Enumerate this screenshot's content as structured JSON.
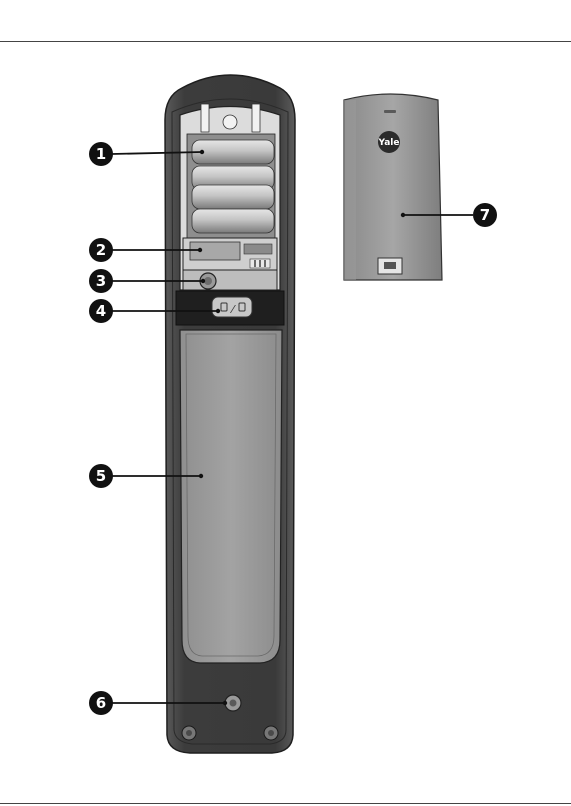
{
  "callouts": [
    {
      "number": "1"
    },
    {
      "number": "2"
    },
    {
      "number": "3"
    },
    {
      "number": "4"
    },
    {
      "number": "5"
    },
    {
      "number": "6"
    },
    {
      "number": "7"
    }
  ],
  "cover": {
    "logo": "Yale"
  },
  "button_glyph": "⁄"
}
